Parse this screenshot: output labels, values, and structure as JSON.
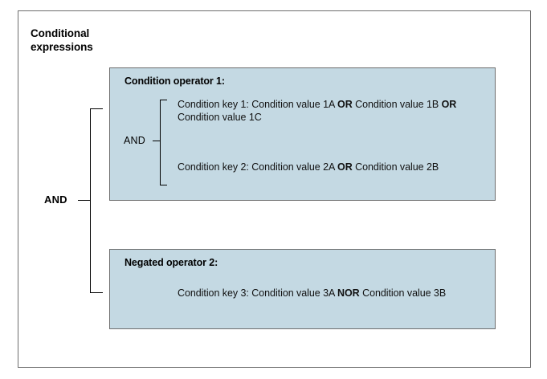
{
  "diagram": {
    "title": "Conditional\nexpressions",
    "colors": {
      "box_fill": "#c4d9e3",
      "box_border": "#6d6d6d",
      "frame_border": "#6d6d6d",
      "text": "#000000",
      "background": "#ffffff"
    },
    "outer_connector": {
      "label": "AND",
      "type": "brace",
      "joins": [
        "Condition operator 1:",
        "Negated operator 2:"
      ]
    },
    "boxes": [
      {
        "id": "operator-1",
        "title": "Condition operator 1:",
        "inner_connector": {
          "label": "AND",
          "type": "bracket",
          "joins": [
            "Condition key 1",
            "Condition key 2"
          ]
        },
        "conditions": [
          {
            "id": "condition-1",
            "key": "Condition key 1:",
            "text_plain": "Condition key 1: Condition value 1A OR Condition value 1B OR Condition value 1C",
            "segments": [
              {
                "text": "Condition key 1: Condition value 1A ",
                "bold": false
              },
              {
                "text": "OR",
                "bold": true
              },
              {
                "text": " Condition value 1B ",
                "bold": false
              },
              {
                "text": "OR",
                "bold": true
              },
              {
                "text": " Condition value 1C",
                "bold": false
              }
            ]
          },
          {
            "id": "condition-2",
            "key": "Condition key 2:",
            "text_plain": "Condition key 2: Condition value 2A OR Condition value 2B",
            "segments": [
              {
                "text": "Condition key 2: Condition value 2A ",
                "bold": false
              },
              {
                "text": "OR",
                "bold": true
              },
              {
                "text": " Condition value 2B",
                "bold": false
              }
            ]
          }
        ]
      },
      {
        "id": "operator-2",
        "title": "Negated operator 2:",
        "inner_connector": null,
        "conditions": [
          {
            "id": "condition-3",
            "key": "Condition key 3:",
            "text_plain": "Condition key 3: Condition value 3A NOR Condition value 3B",
            "segments": [
              {
                "text": "Condition key 3: Condition value 3A ",
                "bold": false
              },
              {
                "text": "NOR",
                "bold": true
              },
              {
                "text": " Condition value 3B",
                "bold": false
              }
            ]
          }
        ]
      }
    ]
  }
}
